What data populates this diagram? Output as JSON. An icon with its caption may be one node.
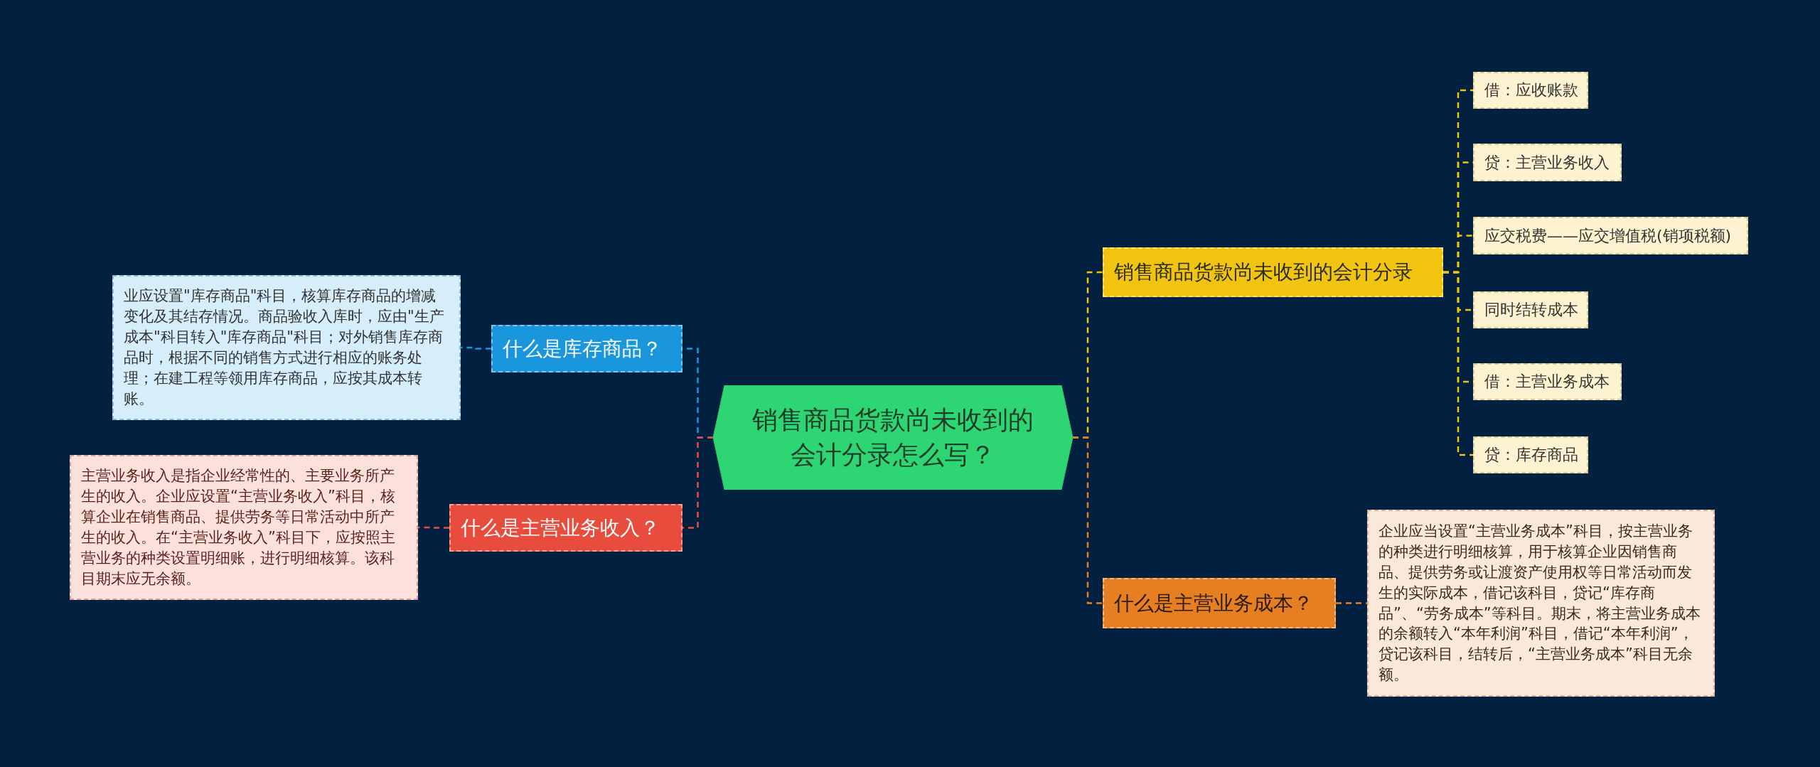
{
  "diagram": {
    "nodes": [
      {
        "text": [
          "销售商品货款尚未收到的会计分录怎么写？"
        ]
      },
      {
        "text": [
          "什么是库存商品？"
        ]
      },
      {
        "text": [
          "业应设置\"库存商品\"科目，核算库存商品的增减变化及其结存情况。商品验收入库时，应由\"生产成本\"科目转入\"库存商品\"科目；对外销售库存商品时，根据不同的销售方式进行相应的账务处理；在建工程等领用库存商品，应按其成本转账。"
        ]
      },
      {
        "text": [
          "什么是主营业务收入？"
        ]
      },
      {
        "text": [
          "主营业务收入是指企业经常性的、主要业务所产生的收入。企业应设置“主营业务收入”科目，核算企业在销售商品、提供劳务等日常活动中所产生的收入。在“主营业务收入”科目下，应按照主营业务的种类设置明细账，进行明细核算。该科目期末应无余额。"
        ]
      },
      {
        "text": [
          "销售商品货款尚未收到的会计分录"
        ]
      },
      {
        "text": [
          "借：应收账款"
        ]
      },
      {
        "text": [
          "贷：主营业务收入"
        ]
      },
      {
        "text": [
          "应交税费——应交增值税(销项税额)"
        ]
      },
      {
        "text": [
          "同时结转成本"
        ]
      },
      {
        "text": [
          "借：主营业务成本"
        ]
      },
      {
        "text": [
          "贷：库存商品"
        ]
      },
      {
        "text": [
          "什么是主营业务成本？"
        ]
      },
      {
        "text": [
          "企业应当设置“主营业务成本”科目，按主营业务的种类进行明细核算，用于核算企业因销售商品、提供劳务或让渡资产使用权等日常活动而发生的实际成本，借记该科目，贷记“库存商品”、“劳务成本”等科目。期末，将主营业务成本的余额转入“本年利润”科目，借记“本年利润”，贷记该科目，结转后，“主营业务成本”科目无余额。"
        ]
      }
    ],
    "edges": [
      {
        "from": 0,
        "to": 1,
        "arrow": "none",
        "color": "#1a96dd"
      },
      {
        "from": 1,
        "to": 2,
        "arrow": "none",
        "color": "#1a96dd"
      },
      {
        "from": 0,
        "to": 3,
        "arrow": "none",
        "color": "#e74c3c"
      },
      {
        "from": 3,
        "to": 4,
        "arrow": "none",
        "color": "#e74c3c"
      },
      {
        "from": 0,
        "to": 5,
        "arrow": "none"
      },
      {
        "from": 5,
        "to": 6,
        "arrow": "none"
      },
      {
        "from": 5,
        "to": 7,
        "arrow": "none"
      },
      {
        "from": 5,
        "to": 8,
        "arrow": "none"
      },
      {
        "from": 5,
        "to": 9,
        "arrow": "none"
      },
      {
        "from": 5,
        "to": 10,
        "arrow": "none"
      },
      {
        "from": 5,
        "to": 11,
        "arrow": "none"
      },
      {
        "from": 0,
        "to": 12,
        "arrow": "none",
        "color": "#e67e22"
      },
      {
        "from": 12,
        "to": 13,
        "arrow": "none",
        "color": "#e67e22"
      }
    ]
  }
}
